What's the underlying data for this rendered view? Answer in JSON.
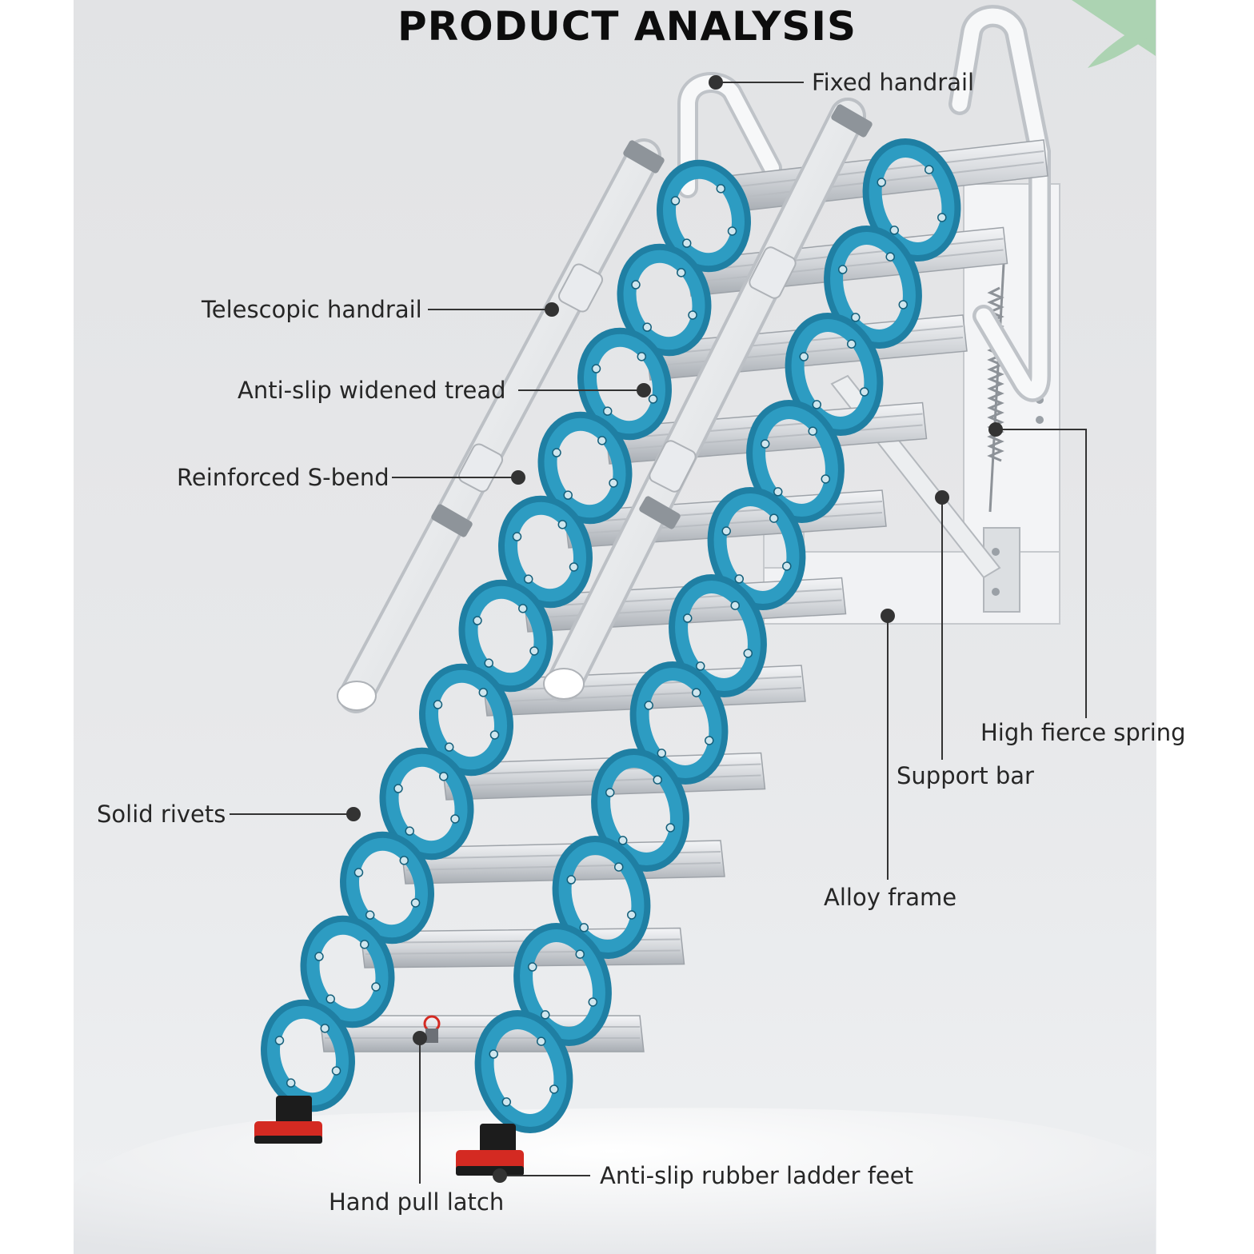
{
  "title": "PRODUCT ANALYSIS",
  "callouts": {
    "fixed_handrail": "Fixed handrail",
    "telescopic_handrail": "Telescopic handrail",
    "anti_slip_tread": "Anti-slip widened tread",
    "reinforced_s_bend": "Reinforced S-bend",
    "solid_rivets": "Solid rivets",
    "high_fierce_spring": "High fierce spring",
    "support_bar": "Support bar",
    "alloy_frame": "Alloy frame",
    "anti_slip_feet": "Anti-slip rubber ladder feet",
    "hand_pull_latch": "Hand pull latch"
  },
  "colors": {
    "link_blue": "#2d9cc2",
    "link_blue_dark": "#1f7fa3",
    "aluminium": "#d8dbdf",
    "rubber_foot": "#d42a22",
    "leader_line": "#333333"
  }
}
